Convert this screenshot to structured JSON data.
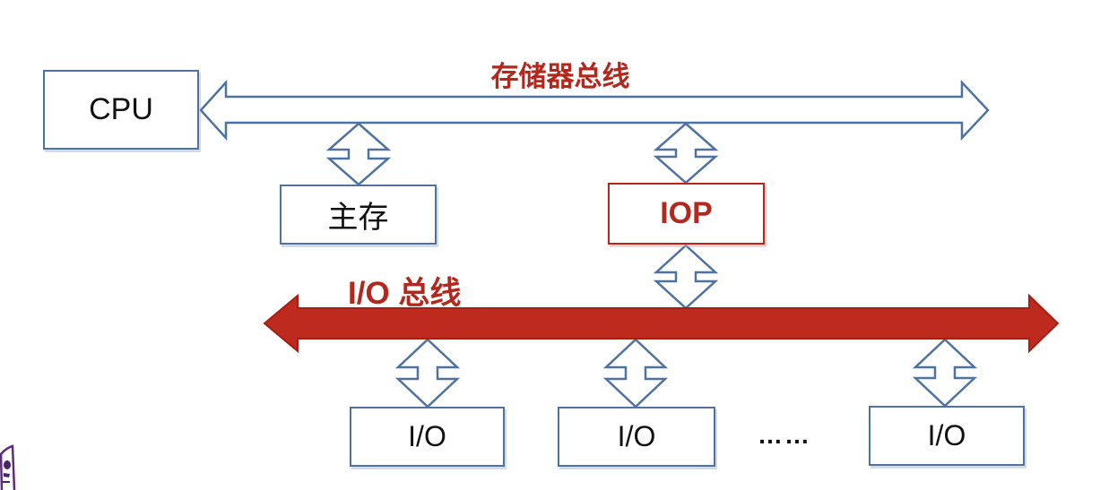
{
  "diagram": {
    "memory_bus_label": "存储器总线",
    "io_bus_label": "I/O 总线",
    "cpu_label": "CPU",
    "main_memory_label": "主存",
    "iop_label": "IOP",
    "io_labels": {
      "io1": "I/O",
      "io2": "I/O",
      "io3": "I/O"
    },
    "ellipsis": "……",
    "colors": {
      "box_border_blue": "#4e72a2",
      "bus_red_fill": "#be2a1d",
      "bus_red_stroke": "#a32015",
      "label_red": "#b3281e",
      "text_black": "#111111",
      "emblem_purple": "#5b2d7e"
    }
  }
}
